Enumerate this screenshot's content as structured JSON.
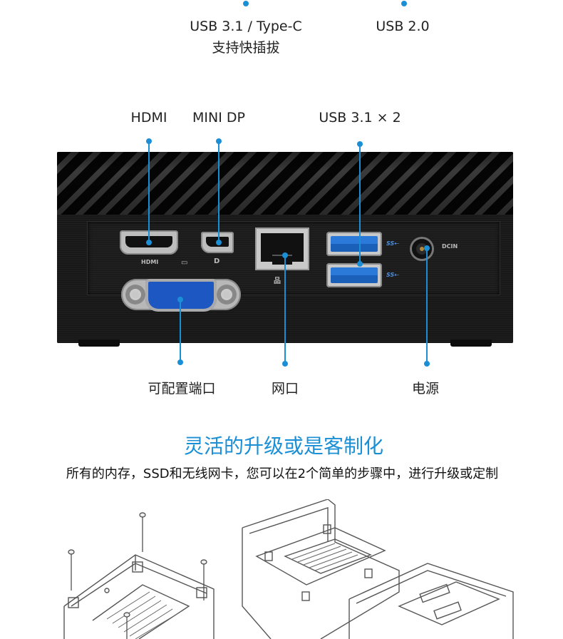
{
  "top_labels": {
    "usb_typec_line1": "USB 3.1 / Type-C",
    "usb_typec_line2": "支持快插拔",
    "usb2": "USB 2.0"
  },
  "port_labels": {
    "hdmi": "HDMI",
    "minidp": "MINI DP",
    "usb31x2": "USB 3.1 × 2",
    "configurable_port": "可配置端口",
    "ethernet": "网口",
    "power": "电源"
  },
  "device_markings": {
    "hdmi": "HDMI",
    "dcin": "DCIN",
    "ss_logo": "SS⇠"
  },
  "section": {
    "heading": "灵活的升级或是客制化",
    "subtitle": "所有的内存，SSD和无线网卡，您可以在2个简单的步骤中，进行升级或定制"
  },
  "colors": {
    "accent": "#1a8fd6",
    "usb_blue": "#2b79d8",
    "vga_blue": "#1d57c2"
  }
}
